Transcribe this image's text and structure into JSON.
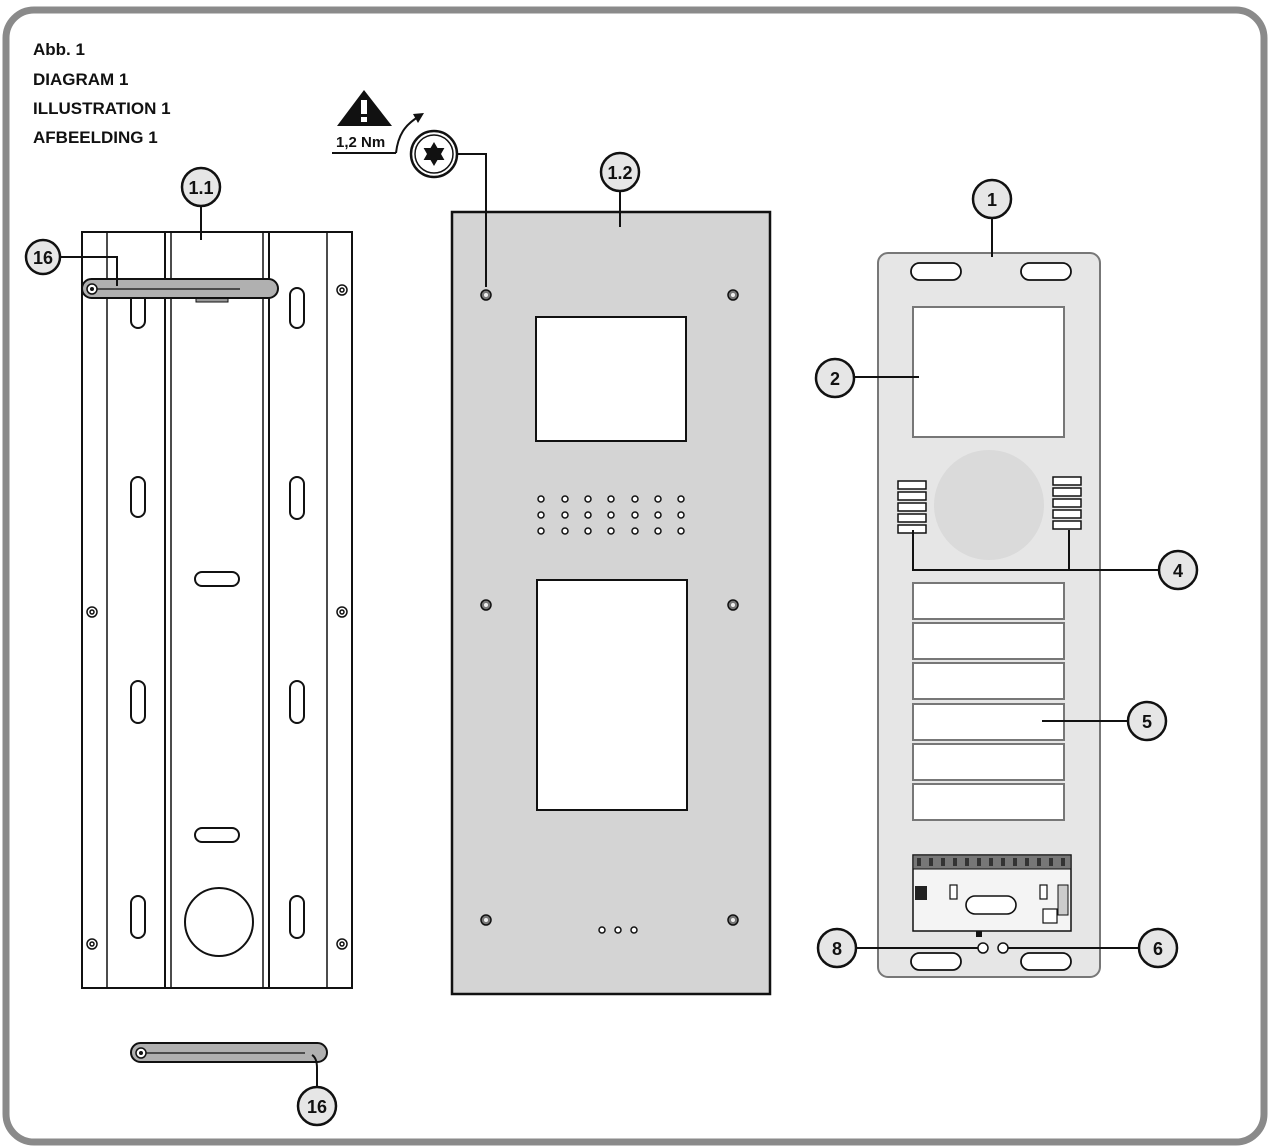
{
  "captions": [
    "Abb. 1",
    "DIAGRAM 1",
    "ILLUSTRATION 1",
    "AFBEELDING 1"
  ],
  "torque": "1,2 Nm",
  "callouts": {
    "c_1_1": "1.1",
    "c_1_2": "1.2",
    "c_16_top": "16",
    "c_16_bottom": "16",
    "c_1": "1",
    "c_2": "2",
    "c_4": "4",
    "c_5": "5",
    "c_6": "6",
    "c_8": "8"
  },
  "colors": {
    "frame": "#8a8a8a",
    "panel": "#d4d4d4",
    "module": "#e6e6e6",
    "rail": "#b0b0b0",
    "ink": "#111111"
  }
}
